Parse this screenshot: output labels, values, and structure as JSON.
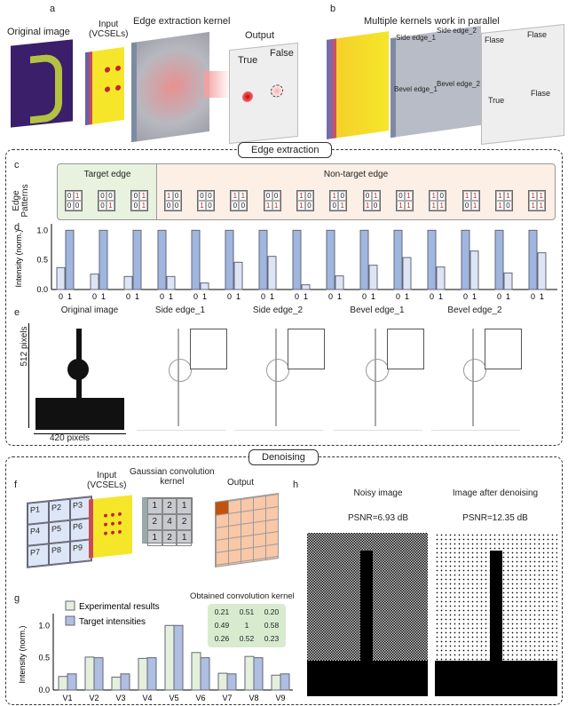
{
  "panel_a": {
    "letter": "a",
    "original_image": "Original image",
    "input": "Input\n(VCSELs)",
    "kernel": "Edge extraction kernel",
    "output": "Output",
    "true_label": "True",
    "false_label": "False"
  },
  "panel_b": {
    "letter": "b",
    "title": "Multiple kernels work in parallel",
    "kernels": [
      "Side edge_1",
      "Side edge_2",
      "Bevel edge_1",
      "Bevel edge_2"
    ],
    "outputs": [
      "Flase",
      "Flase",
      "True",
      "Flase"
    ]
  },
  "edge_section": {
    "title": "Edge extraction"
  },
  "panel_c": {
    "letter": "c",
    "row_label": "Edge Patterns",
    "target_label": "Target edge",
    "nontarget_label": "Non-target edge",
    "patterns": [
      [
        0,
        1,
        0,
        0
      ],
      [
        0,
        0,
        0,
        1
      ],
      [
        0,
        1,
        0,
        1
      ],
      [
        1,
        0,
        0,
        0
      ],
      [
        0,
        0,
        1,
        0
      ],
      [
        1,
        1,
        0,
        0
      ],
      [
        0,
        0,
        1,
        1
      ],
      [
        1,
        0,
        1,
        0
      ],
      [
        1,
        0,
        0,
        1
      ],
      [
        0,
        1,
        1,
        0
      ],
      [
        0,
        1,
        1,
        1
      ],
      [
        1,
        0,
        1,
        1
      ],
      [
        1,
        1,
        0,
        1
      ],
      [
        1,
        1,
        1,
        0
      ],
      [
        1,
        1,
        1,
        1
      ]
    ]
  },
  "chart_data": [
    {
      "type": "bar",
      "panel": "d",
      "ylabel": "Intensity (norm.)",
      "ylim": [
        0,
        1.05
      ],
      "yticks": [
        "0.0",
        "0.5",
        "1.0"
      ],
      "category_labels": [
        "0",
        "1"
      ],
      "groups": 15,
      "values_0": [
        0.37,
        0.26,
        0.22,
        1,
        1,
        1,
        1,
        1,
        1,
        1,
        1,
        1,
        1,
        1,
        1
      ],
      "values_1": [
        1,
        1,
        1,
        0.22,
        0.11,
        0.46,
        0.56,
        0.08,
        0.23,
        0.41,
        0.54,
        0.38,
        0.65,
        0.28,
        0.62
      ]
    },
    {
      "type": "bar",
      "panel": "g",
      "ylabel": "Intensity (norm.)",
      "ylim": [
        0,
        1.1
      ],
      "yticks": [
        "0.0",
        "0.5",
        "1.0"
      ],
      "categories": [
        "V1",
        "V2",
        "V3",
        "V4",
        "V5",
        "V6",
        "V7",
        "V8",
        "V9"
      ],
      "series": [
        {
          "name": "Experimental results",
          "color": "#e4f0dc",
          "values": [
            0.21,
            0.51,
            0.2,
            0.49,
            1,
            0.58,
            0.26,
            0.52,
            0.23
          ]
        },
        {
          "name": "Target intensities",
          "color": "#aebfe2",
          "values": [
            0.25,
            0.5,
            0.25,
            0.5,
            1,
            0.5,
            0.25,
            0.5,
            0.25
          ]
        }
      ]
    }
  ],
  "panel_d": {
    "letter": "d"
  },
  "panel_e": {
    "letter": "e",
    "titles": [
      "Original image",
      "Side edge_1",
      "Side edge_2",
      "Bevel edge_1",
      "Bevel edge_2"
    ],
    "height_label": "512 pixels",
    "width_label": "420 pixels"
  },
  "denoise_section": {
    "title": "Denoising"
  },
  "panel_f": {
    "letter": "f",
    "input": "Input\n(VCSELs)",
    "kernel": "Gaussian convolution\nkernel",
    "output": "Output",
    "pixels": [
      "P1",
      "P2",
      "P3",
      "P4",
      "P5",
      "P6",
      "P7",
      "P8",
      "P9"
    ],
    "gauss": [
      "1",
      "2",
      "1",
      "2",
      "4",
      "2",
      "1",
      "2",
      "1"
    ]
  },
  "panel_g": {
    "letter": "g",
    "kernel_title": "Obtained convolution kernel",
    "kernel": [
      "0.21",
      "0.51",
      "0.20",
      "0.49",
      "1",
      "0.58",
      "0.26",
      "0.52",
      "0.23"
    ]
  },
  "panel_h": {
    "letter": "h",
    "noisy_title": "Noisy image",
    "noisy_psnr": "PSNR=6.93 dB",
    "denoised_title": "Image after denoising",
    "denoised_psnr": "PSNR=12.35 dB"
  }
}
